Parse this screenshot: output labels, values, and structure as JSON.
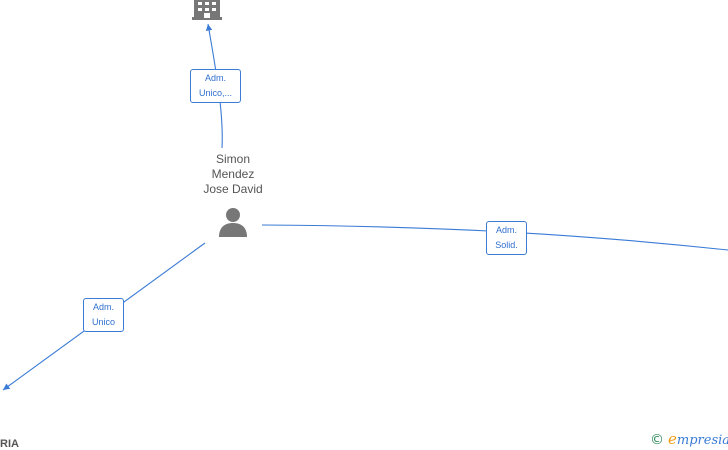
{
  "person": {
    "name_lines": [
      "Simon",
      "Mendez",
      "Jose David"
    ]
  },
  "edges": [
    {
      "lines": [
        "Adm.",
        "Unico,..."
      ]
    },
    {
      "lines": [
        "Adm.",
        "Solid."
      ]
    },
    {
      "lines": [
        "Adm.",
        "Unico"
      ]
    }
  ],
  "company": {
    "label_partial": "RIA"
  },
  "brand": {
    "copyright": "©",
    "name_initial": "e",
    "name_rest": "mpresia"
  },
  "colors": {
    "edge": "#3a7bd5",
    "icon": "#777777",
    "text": "#555555"
  }
}
